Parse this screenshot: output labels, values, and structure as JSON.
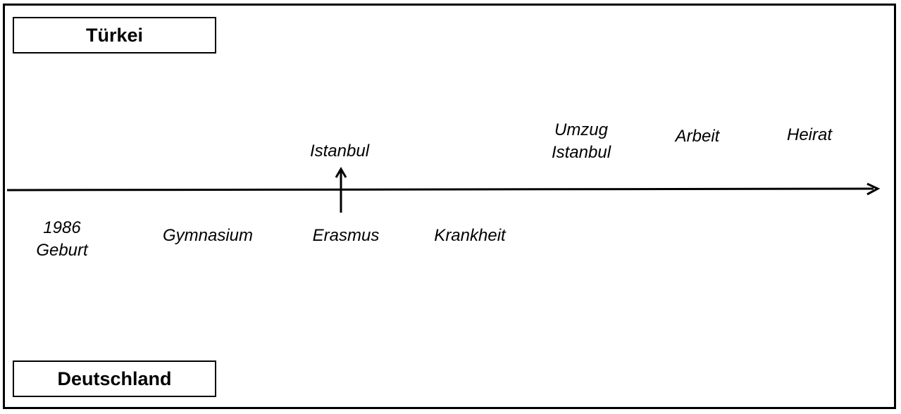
{
  "regions": {
    "top": "Türkei",
    "bottom": "Deutschland"
  },
  "events_above": [
    {
      "line1": "Istanbul",
      "line2": ""
    },
    {
      "line1": "Umzug",
      "line2": "Istanbul"
    },
    {
      "line1": "Arbeit",
      "line2": ""
    },
    {
      "line1": "Heirat",
      "line2": ""
    }
  ],
  "events_below": [
    {
      "line1": "1986",
      "line2": "Geburt"
    },
    {
      "line1": "Gymnasium",
      "line2": ""
    },
    {
      "line1": "Erasmus",
      "line2": ""
    },
    {
      "line1": "Krankheit",
      "line2": ""
    }
  ]
}
